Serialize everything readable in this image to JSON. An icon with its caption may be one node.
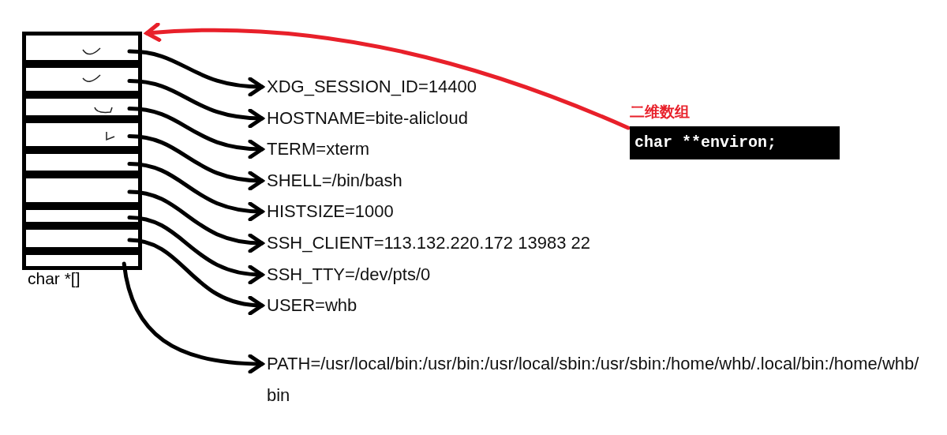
{
  "diagram": {
    "nodes": [
      {
        "text": [
          "char *[]"
        ]
      },
      {
        "text": [],
        "shape": "box",
        "in": 0
      },
      {
        "text": [],
        "shape": "box",
        "in": 0
      },
      {
        "text": [],
        "shape": "box",
        "in": 0
      },
      {
        "text": [],
        "shape": "box",
        "in": 0
      },
      {
        "text": [],
        "shape": "box",
        "in": 0
      },
      {
        "text": [],
        "shape": "box",
        "in": 0
      },
      {
        "text": [],
        "shape": "box",
        "in": 0
      },
      {
        "text": [],
        "shape": "box",
        "in": 0
      },
      {
        "text": [],
        "shape": "box",
        "in": 0
      },
      {
        "text": [
          "XDG_SESSION_ID=14400"
        ]
      },
      {
        "text": [
          "HOSTNAME=bite-alicloud"
        ]
      },
      {
        "text": [
          "TERM=xterm"
        ]
      },
      {
        "text": [
          "SHELL=/bin/bash"
        ]
      },
      {
        "text": [
          "HISTSIZE=1000"
        ]
      },
      {
        "text": [
          "SSH_CLIENT=113.132.220.172 13983 22"
        ]
      },
      {
        "text": [
          "SSH_TTY=/dev/pts/0"
        ]
      },
      {
        "text": [
          "USER=whb"
        ]
      },
      {
        "text": [
          "PATH=/usr/local/bin:/usr/bin:/usr/local/sbin:/usr/sbin:/home/whb/.local/bin:/home/whb/bin"
        ]
      },
      {
        "text": [
          "二维数组",
          "char **environ;"
        ]
      }
    ],
    "edges": [
      {
        "from": 1,
        "to": 10,
        "arrow": "to"
      },
      {
        "from": 2,
        "to": 11,
        "arrow": "to"
      },
      {
        "from": 3,
        "to": 12,
        "arrow": "to"
      },
      {
        "from": 4,
        "to": 13,
        "arrow": "to"
      },
      {
        "from": 5,
        "to": 14,
        "arrow": "to"
      },
      {
        "from": 6,
        "to": 15,
        "arrow": "to"
      },
      {
        "from": 7,
        "to": 16,
        "arrow": "to"
      },
      {
        "from": 8,
        "to": 17,
        "arrow": "to"
      },
      {
        "from": 9,
        "to": 18,
        "arrow": "to"
      },
      {
        "from": 19,
        "to": 0,
        "arrow": "to",
        "color": "#e8202a"
      }
    ]
  }
}
